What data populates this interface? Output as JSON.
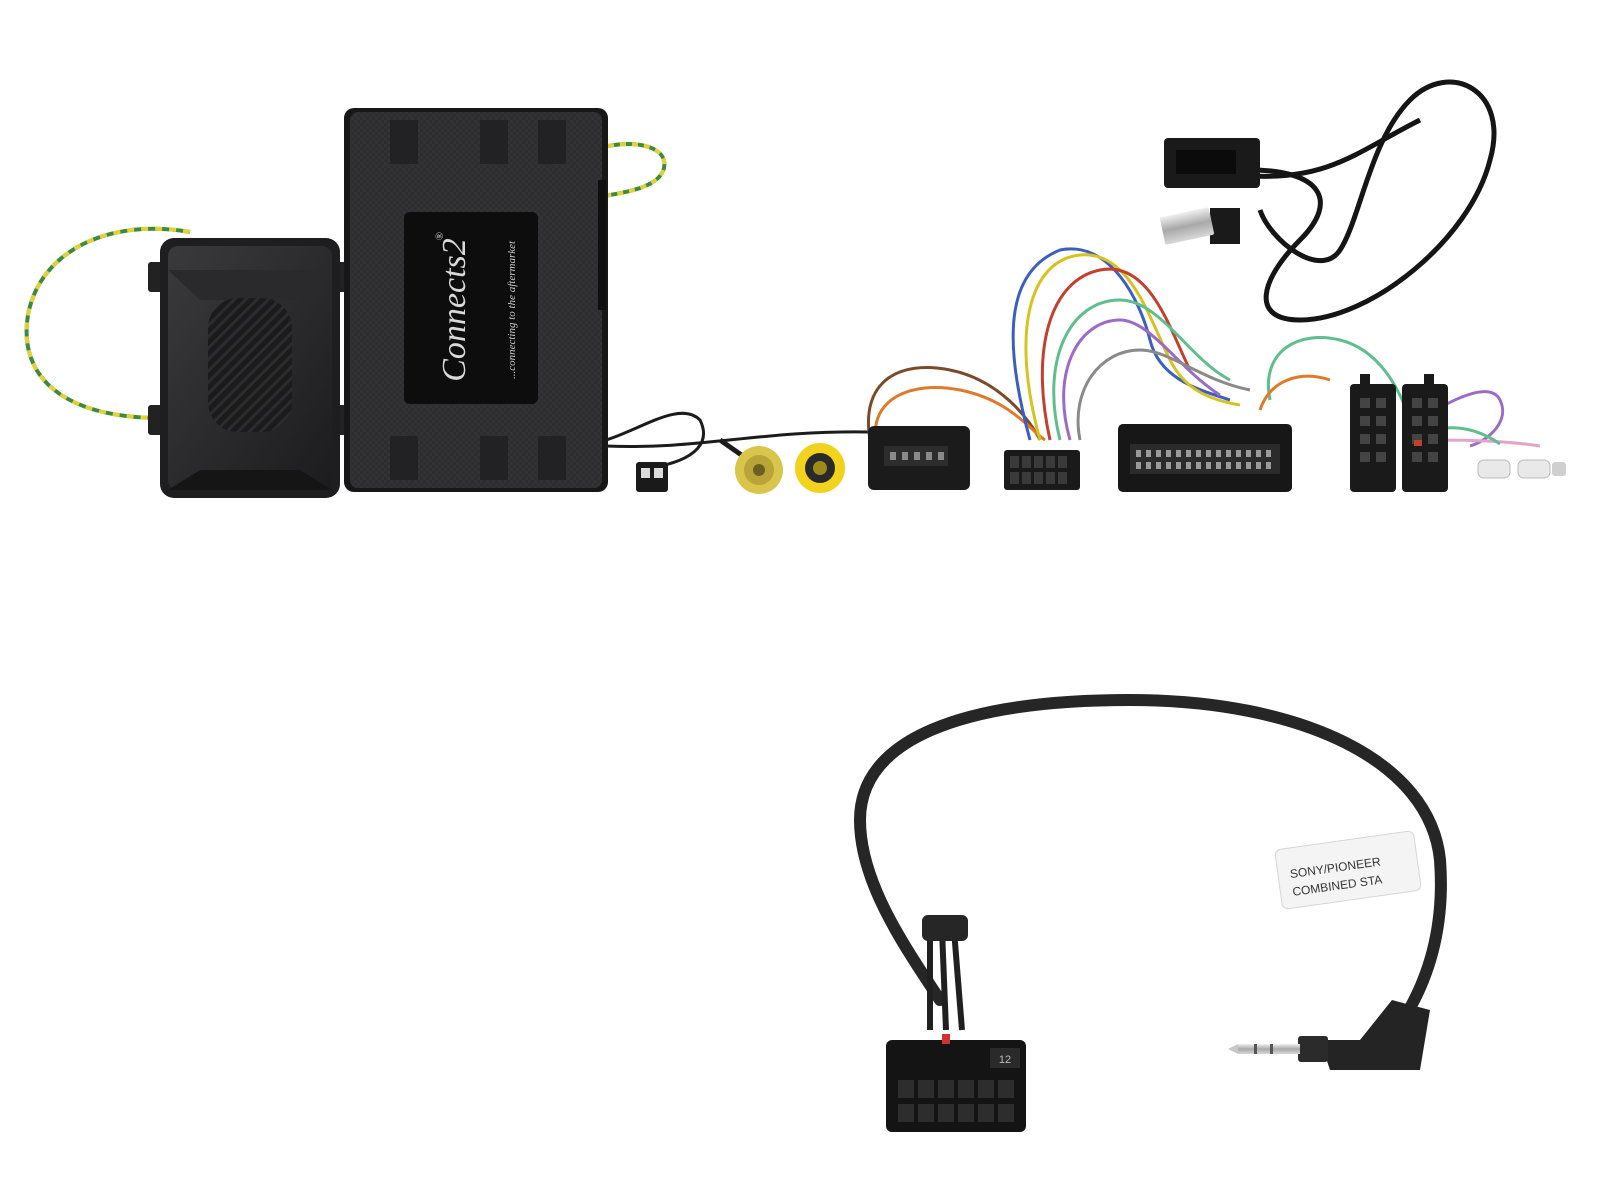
{
  "product": {
    "logo_brand": "Connects2",
    "logo_registered": "®",
    "logo_tagline": "...connecting to the aftermarket"
  },
  "patch_lead": {
    "label_line1": "SONY/PIONEER",
    "label_line2": "COMBINED STA",
    "connector_number": "12"
  },
  "colors": {
    "module_body": "#2b2b2d",
    "module_edge": "#141415",
    "cable_black": "#1c1c1c",
    "rca_gold": "#d8c54a",
    "rca_yellow": "#f2d21c",
    "wire_green_yellow": "#9fb43a",
    "background": "#ffffff"
  }
}
